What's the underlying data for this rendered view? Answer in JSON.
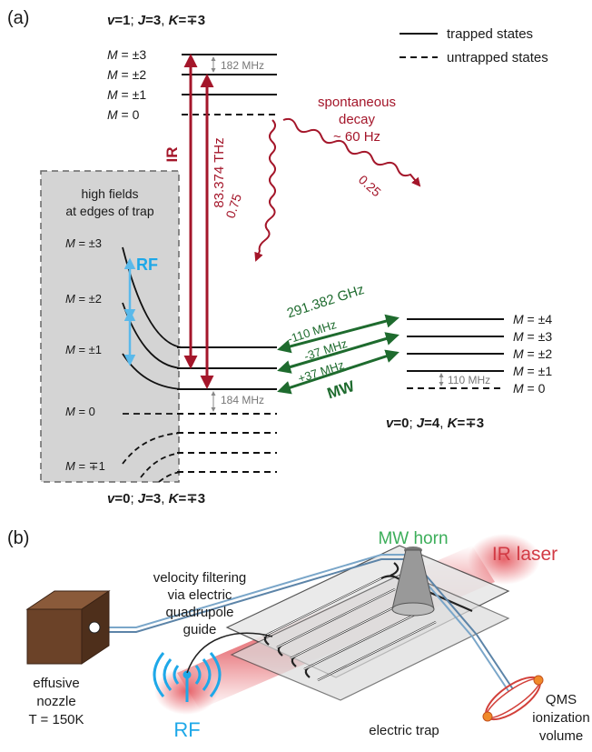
{
  "panel_a": {
    "label": "(a)",
    "legend": {
      "trapped": "trapped states",
      "untrapped": "untrapped states"
    },
    "upper_state": {
      "v": "1",
      "J": "3",
      "K": "∓3"
    },
    "lower_state": {
      "v": "0",
      "J": "3",
      "K": "∓3"
    },
    "right_state": {
      "v": "0",
      "J": "4",
      "K": "∓3"
    },
    "upper_levels": [
      {
        "m": "±3",
        "type": "trapped"
      },
      {
        "m": "±2",
        "type": "trapped"
      },
      {
        "m": "±1",
        "type": "trapped"
      },
      {
        "m": "0",
        "type": "untrapped"
      }
    ],
    "upper_splitting": "182 MHz",
    "high_fields_box": {
      "line1": "high fields",
      "line2": "at edges of trap"
    },
    "box_levels": [
      "±3",
      "±2",
      "±1",
      "0",
      "∓1"
    ],
    "rf_label": "RF",
    "ir_label": "IR",
    "ir_frequency": "83.374 THz",
    "decay": {
      "line1": "spontaneous",
      "line2": "decay",
      "line3": "~ 60 Hz",
      "branch_left": "0.75",
      "branch_right": "0.25"
    },
    "lower_splitting": "184 MHz",
    "mw": {
      "label": "MW",
      "frequency": "291.382 GHz",
      "offsets": [
        "-110 MHz",
        "-37 MHz",
        "+37 MHz"
      ]
    },
    "right_levels": [
      "±4",
      "±3",
      "±2",
      "±1",
      "0"
    ],
    "right_splitting": "110 MHz",
    "colors": {
      "ir": "#a4162a",
      "mw": "#1e6b2e",
      "rf": "#1ea8e8"
    }
  },
  "panel_b": {
    "label": "(b)",
    "mw_horn": "MW horn",
    "ir_laser": "IR laser",
    "guide": {
      "line1": "velocity filtering",
      "line2": "via electric",
      "line3": "quadrupole",
      "line4": "guide"
    },
    "nozzle": {
      "line1": "effusive",
      "line2": "nozzle",
      "line3": "T = 150K"
    },
    "rf": "RF",
    "trap": "electric trap",
    "qms": {
      "line1": "QMS",
      "line2": "ionization",
      "line3": "volume"
    }
  }
}
